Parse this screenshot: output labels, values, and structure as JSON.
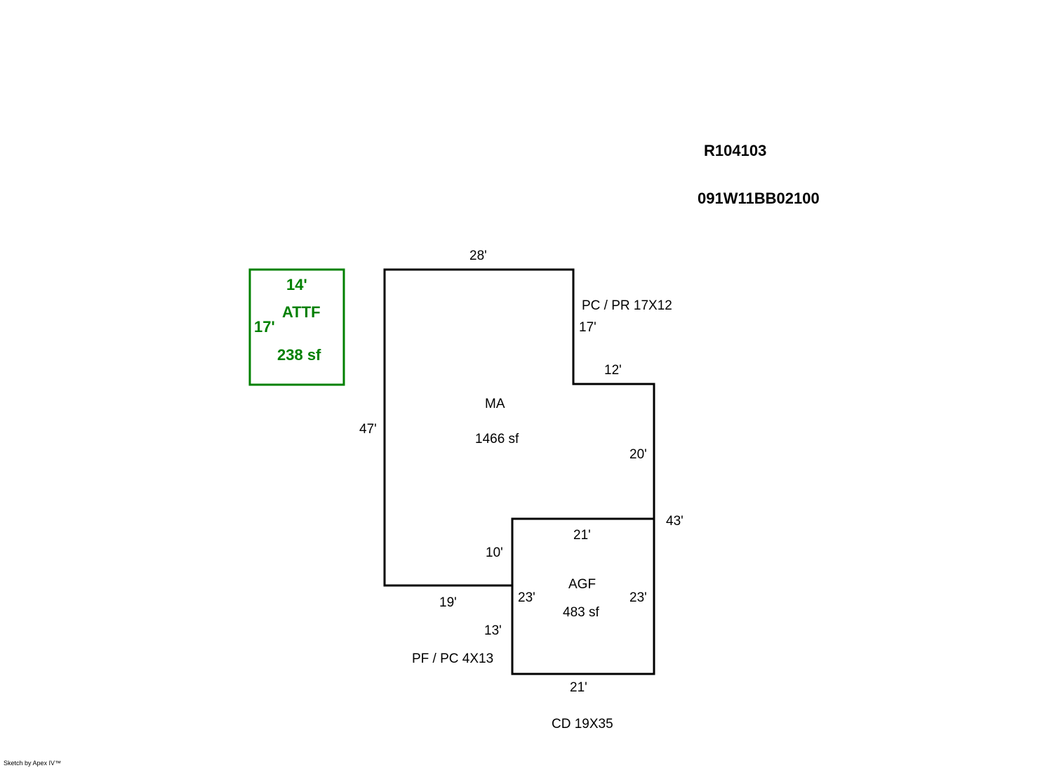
{
  "header": {
    "account_id": "R104103",
    "map_tax_lot": "091W11BB02100"
  },
  "colors": {
    "outline": "#000000",
    "attf_outline": "#008000"
  },
  "attf": {
    "name": "ATTF",
    "area": "238 sf",
    "width_label": "14'",
    "height_label": "17'"
  },
  "ma": {
    "name": "MA",
    "area": "1466 sf",
    "dims": {
      "top": "28'",
      "right_upper": "17'",
      "notch": "12'",
      "right_mid": "20'",
      "right_total": "43'",
      "left": "47'",
      "bottom": "19'",
      "inner": "10'"
    }
  },
  "agf": {
    "name": "AGF",
    "area": "483 sf",
    "dims": {
      "top": "21'",
      "bottom": "21'",
      "left": "23'",
      "right": "23'",
      "lower_left": "13'"
    }
  },
  "notes": {
    "pc_pr": "PC / PR  17X12",
    "pf_pc": "PF / PC  4X13",
    "cd": "CD  19X35"
  },
  "footer": {
    "credit": "Sketch by Apex IV™"
  }
}
